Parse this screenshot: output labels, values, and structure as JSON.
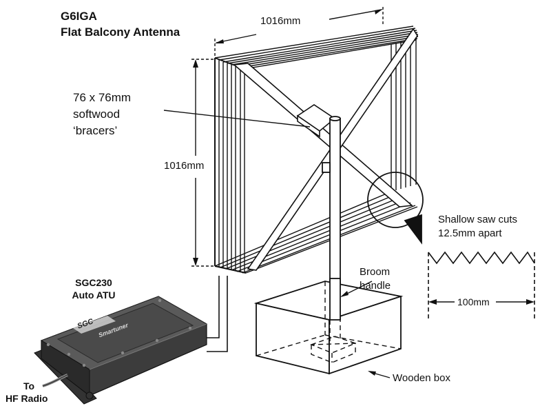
{
  "title": {
    "callsign": "G6IGA",
    "subtitle": "Flat Balcony Antenna"
  },
  "dimensions": {
    "width": "1016mm",
    "height": "1016mm",
    "saw_spacing_span": "100mm"
  },
  "labels": {
    "bracers_line1": "76 x 76mm",
    "bracers_line2": "softwood",
    "bracers_line3": "‘bracers’",
    "saw_cuts_line1": "Shallow saw cuts",
    "saw_cuts_line2": "12.5mm apart",
    "broom_line1": "Broom",
    "broom_line2": "handle",
    "box": "Wooden box",
    "atu_line1": "SGC230",
    "atu_line2": "Auto ATU",
    "radio_line1": "To",
    "radio_line2": "HF Radio"
  },
  "atu_panel": {
    "brand": "SGC",
    "model": "Smartuner"
  },
  "colors": {
    "ink": "#111111",
    "atu_body": "#3c3c3c",
    "atu_top": "#5a5a5a",
    "atu_dark": "#222222"
  }
}
